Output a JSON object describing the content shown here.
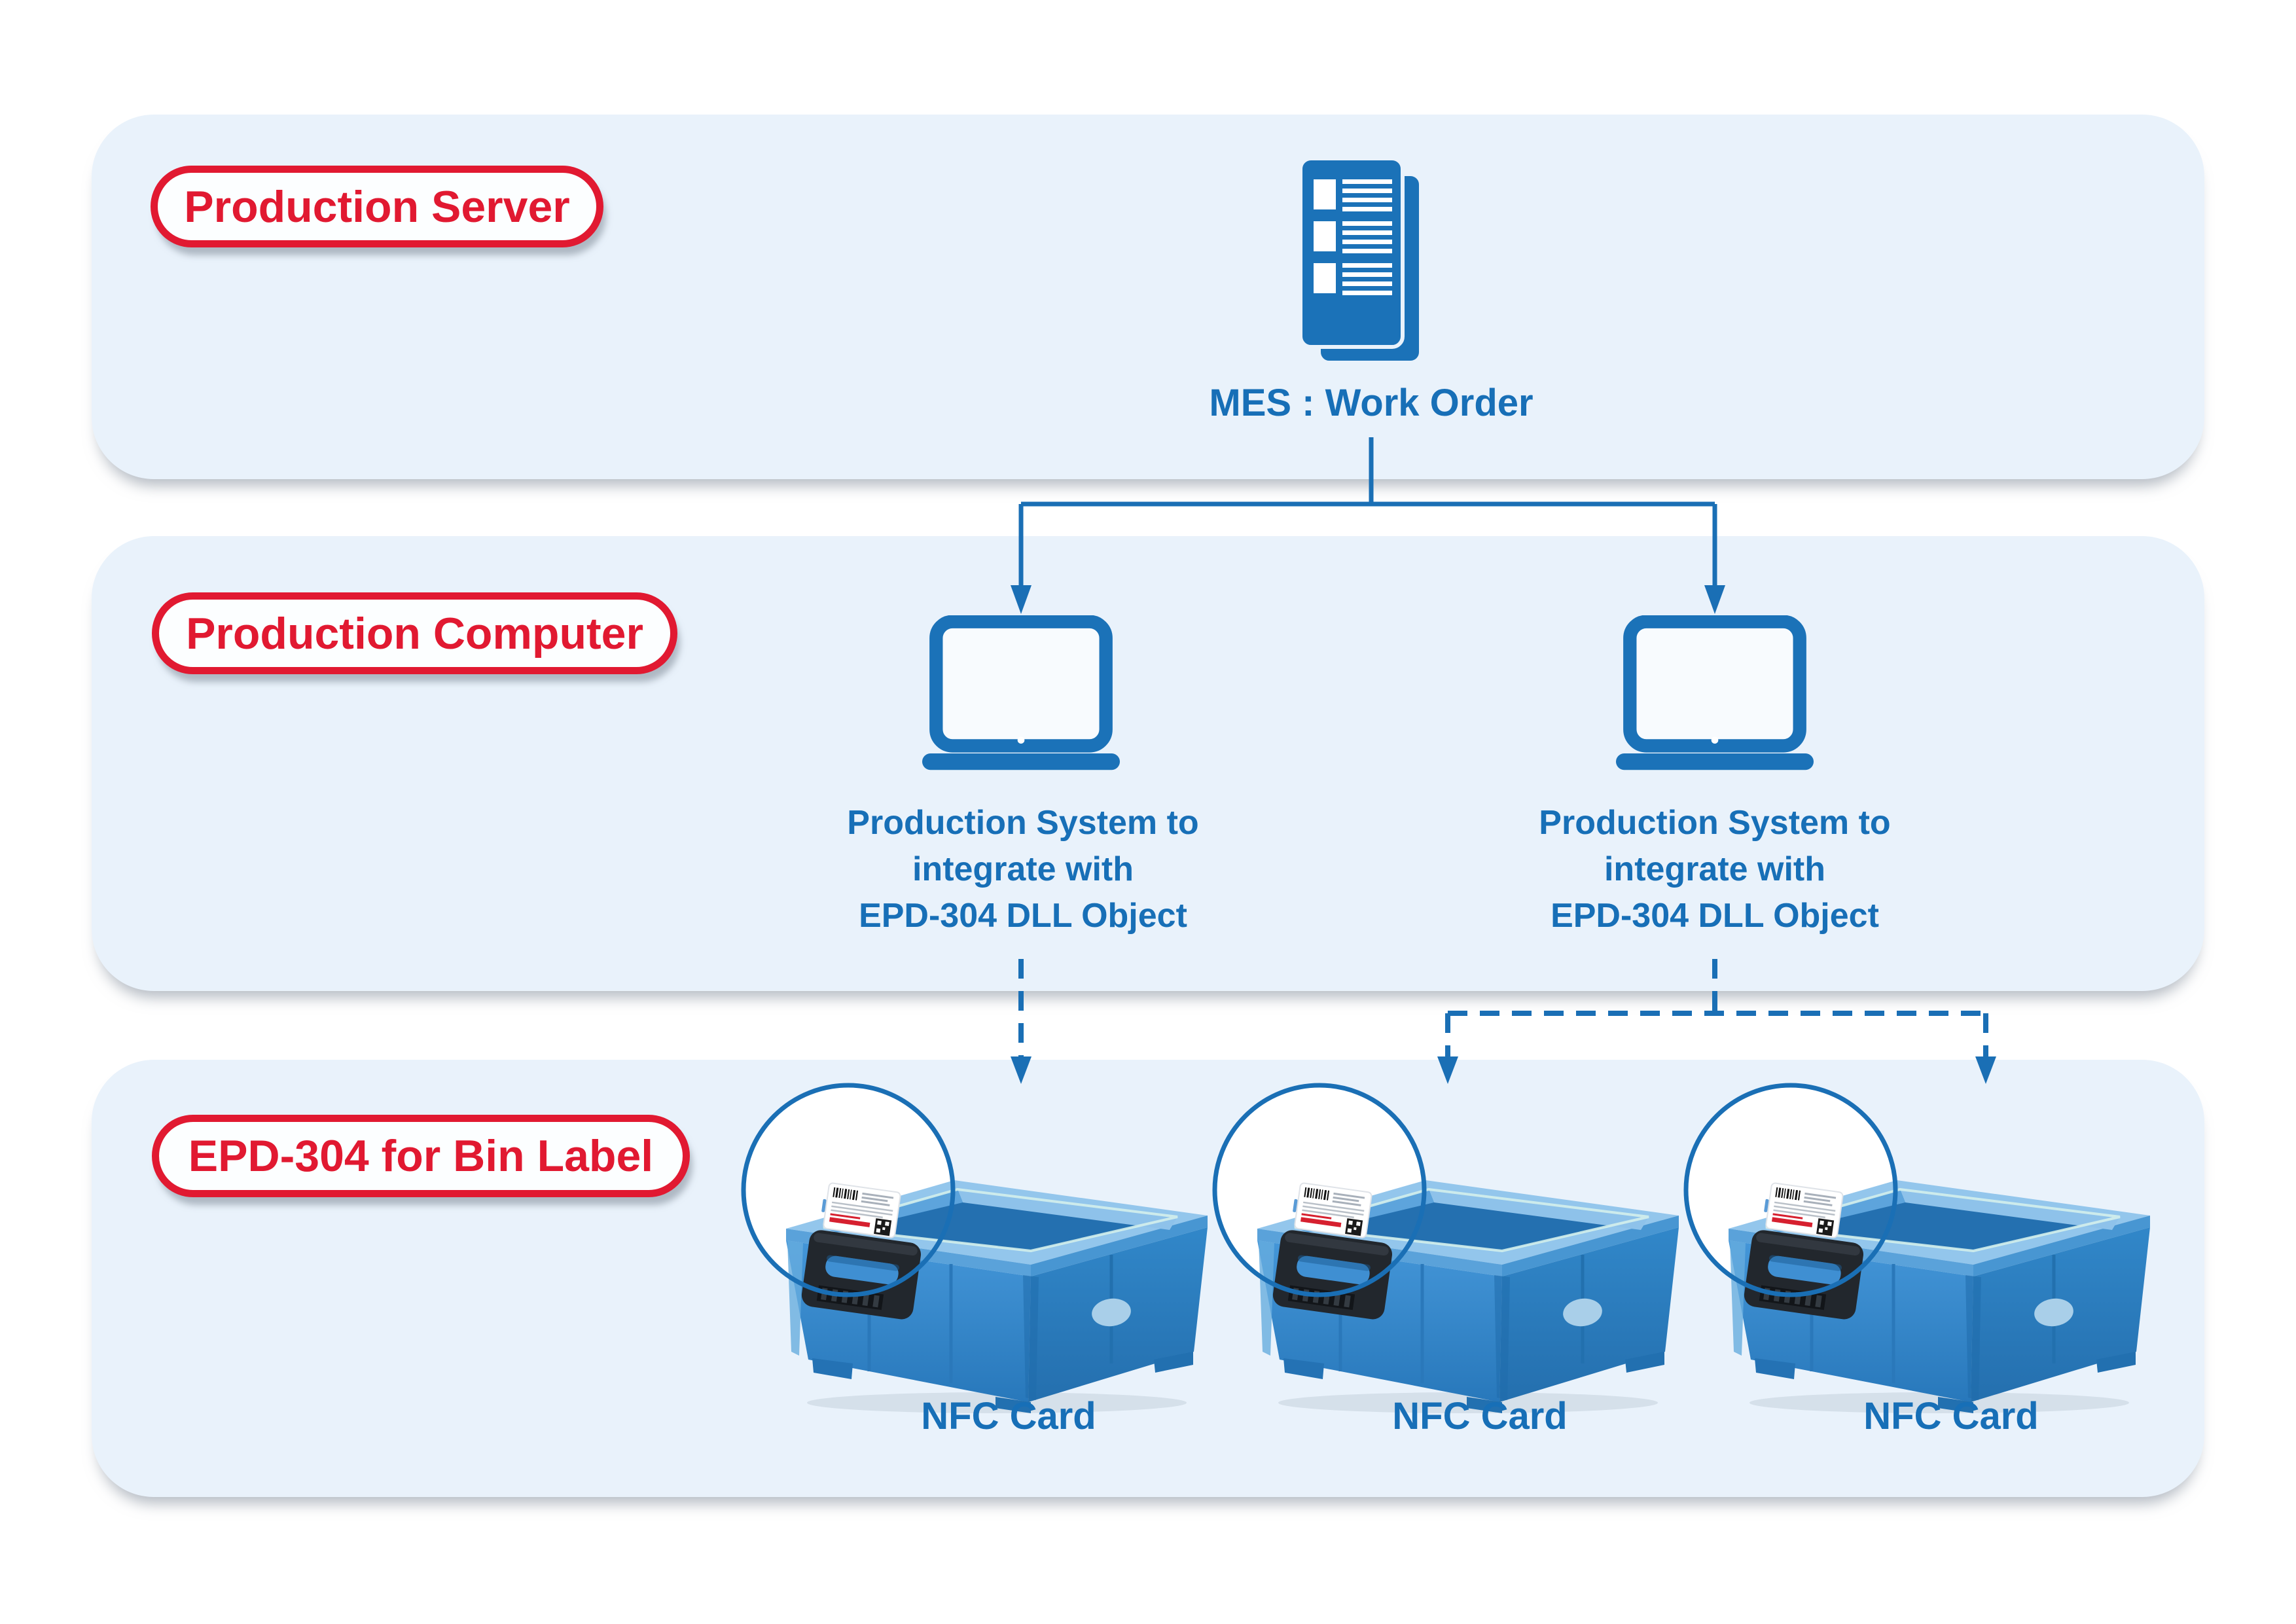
{
  "page": {
    "background": "#ffffff",
    "section_background": "#e9f2fb",
    "accent_blue": "#1b72b8",
    "line_blue": "#1a6fb5",
    "accent_red": "#e11931",
    "bin_blue": "#2e82c8"
  },
  "sections": [
    {
      "pill_label": "Production Server"
    },
    {
      "pill_label": "Production Computer"
    },
    {
      "pill_label": "EPD-304 for Bin Label"
    }
  ],
  "server": {
    "icon": "work-order-document-icon",
    "caption": "MES : Work Order"
  },
  "computers": [
    {
      "icon": "laptop-icon",
      "lines": [
        "Production System to",
        "integrate with",
        "EPD-304 DLL Object"
      ]
    },
    {
      "icon": "laptop-icon",
      "lines": [
        "Production System to",
        "integrate with",
        "EPD-304 DLL Object"
      ]
    }
  ],
  "bins": [
    {
      "icon": "nfc-bin-photo",
      "label": "NFC Card"
    },
    {
      "icon": "nfc-bin-photo",
      "label": "NFC Card"
    },
    {
      "icon": "nfc-bin-photo",
      "label": "NFC Card"
    }
  ]
}
